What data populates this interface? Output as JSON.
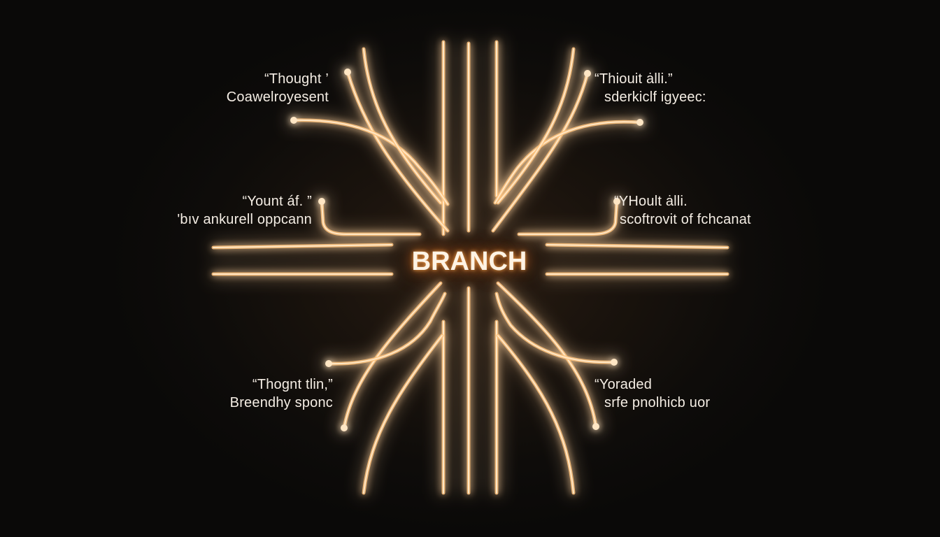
{
  "colors": {
    "background": "#0e0c0a",
    "glow_line": "#ffc27a",
    "glow_core": "#ffe6c4",
    "text": "#f4ede4"
  },
  "center": {
    "title": "BRANCH"
  },
  "nodes": [
    {
      "id": "top-left",
      "line1": "“Thought ’",
      "line2": "Coawelroyesent"
    },
    {
      "id": "top-right",
      "line1": "“Thiouit ȧlli.”",
      "line2": "sderkiclf igyeec:"
    },
    {
      "id": "mid-left",
      "line1": "“Yount áf. ”",
      "line2": "'bıv ankurell oppcann"
    },
    {
      "id": "mid-right",
      "line1": "“YHoult ȧlli.",
      "line2": "scoftrovit of fchcanat"
    },
    {
      "id": "bottom-left",
      "line1": "“Thognt tlin,”",
      "line2": "Breendhy sponc"
    },
    {
      "id": "bottom-right",
      "line1": "“Yoraded",
      "line2": "srfe pnolhicb uor"
    }
  ]
}
